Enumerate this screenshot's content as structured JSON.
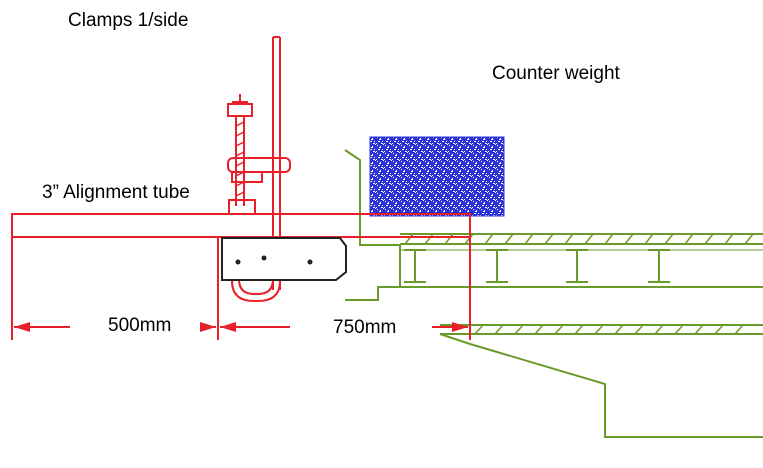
{
  "labels": {
    "clamps": "Clamps 1/side",
    "counter_weight": "Counter weight",
    "alignment_tube": "3” Alignment tube",
    "dim_500": "500mm",
    "dim_750": "750mm"
  },
  "colors": {
    "structure": "#e8202a",
    "deck": "#6a9a2a",
    "counter_weight": "#2c33d9",
    "text": "#000000"
  }
}
